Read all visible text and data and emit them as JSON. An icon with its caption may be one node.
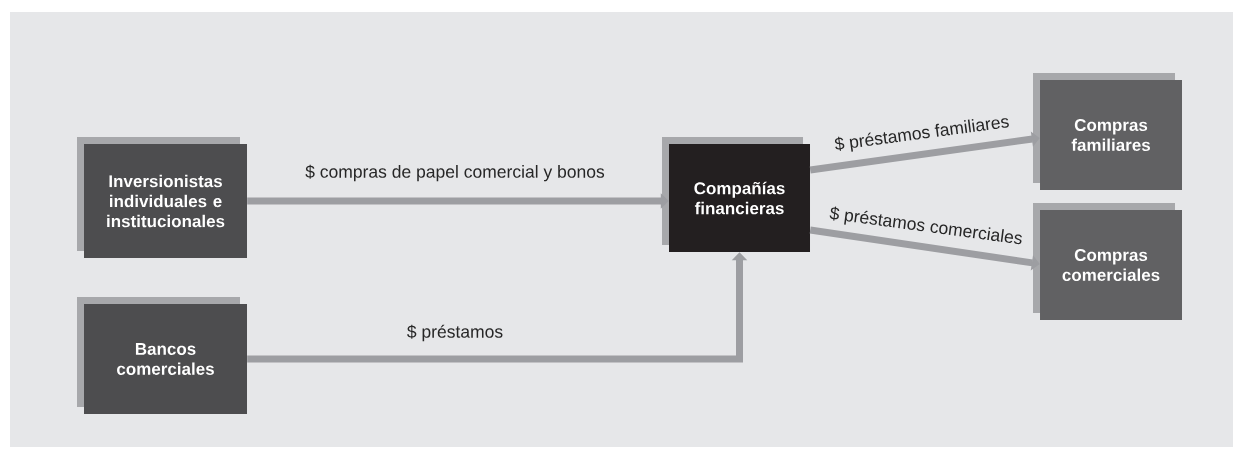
{
  "diagram": {
    "nodes": [
      {
        "text": [
          "Inversionistas individuales e institucionales"
        ]
      },
      {
        "text": [
          "Bancos comerciales"
        ]
      },
      {
        "text": [
          "Compañías financieras"
        ]
      },
      {
        "text": [
          "Compras familiares"
        ]
      },
      {
        "text": [
          "Compras comerciales"
        ]
      }
    ],
    "edges": [
      {
        "from": 0,
        "to": 2,
        "arrow": "to",
        "label": "$ compras de papel comercial y bonos"
      },
      {
        "from": 1,
        "to": 2,
        "arrow": "to",
        "label": "$ préstamos"
      },
      {
        "from": 2,
        "to": 3,
        "arrow": "to",
        "label": "$ préstamos familiares"
      },
      {
        "from": 2,
        "to": 4,
        "arrow": "to",
        "label": "$ préstamos comerciales"
      }
    ]
  }
}
